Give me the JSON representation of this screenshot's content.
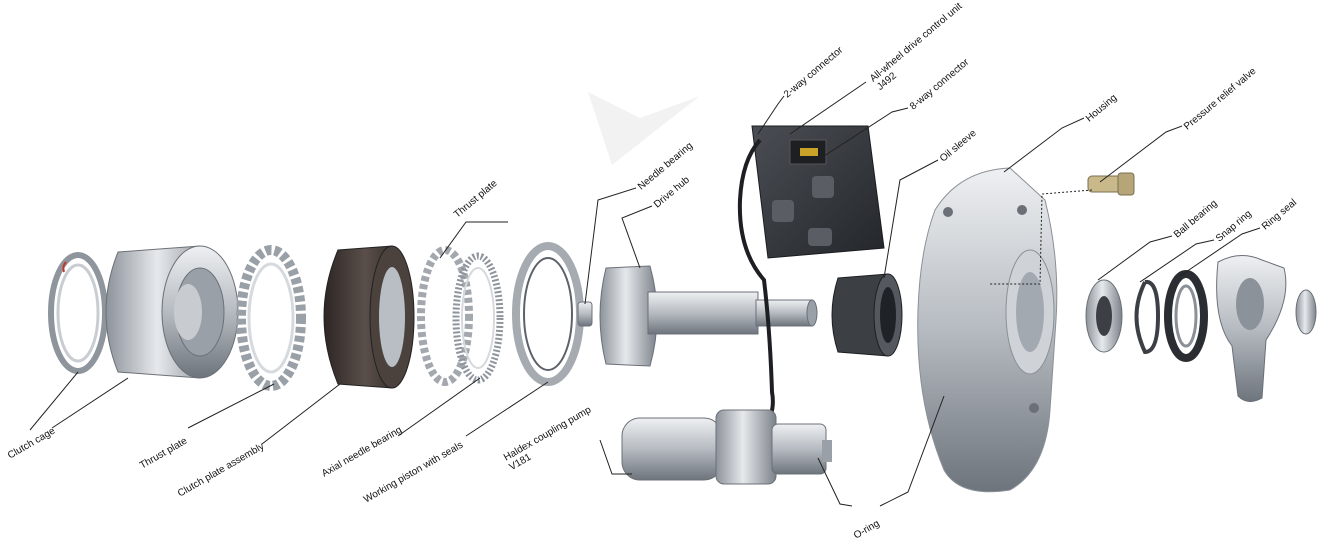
{
  "labels": {
    "clutch_cage": "Clutch cage",
    "thrust_plate_lower": "Thrust plate",
    "clutch_plate_assembly": "Clutch plate assembly",
    "axial_needle_bearing": "Axial needle bearing",
    "working_piston": "Working piston with seals",
    "haldex_pump_line1": "Haldex coupling pump",
    "haldex_pump_line2": "V181",
    "thrust_plate_upper": "Thrust plate",
    "needle_bearing": "Needle bearing",
    "drive_hub": "Drive hub",
    "two_way_connector": "2-way connector",
    "awd_control_unit_line1": "All-wheel drive control unit",
    "awd_control_unit_line2": "J492",
    "eight_way_connector": "8-way connector",
    "oil_sleeve": "Oil sleeve",
    "housing": "Housing",
    "pressure_relief_valve": "Pressure relief valve",
    "ball_bearing": "Ball bearing",
    "snap_ring": "Snap ring",
    "ring_seal": "Ring seal",
    "o_ring": "O-ring"
  },
  "colors": {
    "metal_light": "#d9dde2",
    "metal_mid": "#a9aeb5",
    "metal_dark": "#5d626a",
    "friction_dark": "#3a3230",
    "control_unit": "#2f3236",
    "label_text": "#111111"
  }
}
